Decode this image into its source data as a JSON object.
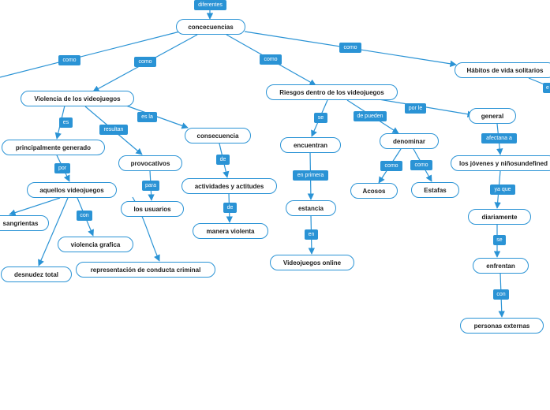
{
  "nodes": {
    "concecuencias": "concecuencias",
    "habitos": "Hábitos de vida solitarios",
    "violencia": "Violencia de los videojuegos",
    "riesgos": "Riesgos dentro de los videojuegos",
    "principalmente": "principalmente generado",
    "provocativos": "provocativos",
    "consecuencia": "consecuencia",
    "encuentran": "encuentran",
    "denominar": "denominar",
    "general": "general",
    "aquellos": "aquellos videojuegos",
    "usuarios": "los usuarios",
    "actividades": "actividades y actitudes",
    "estancia": "estancia",
    "acosos": "Acosos",
    "estafas": "Estafas",
    "jovenes": "los jóvenes y niñosundefined",
    "sangrientas": "sangrientas",
    "violencia_grafica": "violencia grafica",
    "desnudez": "desnudez total",
    "representacion": "representación de conducta criminal",
    "manera_violenta": "manera violenta",
    "videojuegos_online": "Videojuegos online",
    "diariamente": "diariamente",
    "enfrentan": "enfrentan",
    "personas_externas": "personas externas"
  },
  "links": {
    "diferentes": "diferentes",
    "como_left": "como",
    "como_violencia": "como",
    "como_riesgos": "como",
    "como_habitos": "como",
    "es": "es",
    "resultan": "resultan",
    "es_la": "es la",
    "por": "por",
    "para": "para",
    "de_actividades": "de",
    "de_manera": "de",
    "se": "se",
    "de_pueden": "de pueden",
    "por_le": "por le",
    "en_primera": "en primera",
    "en": "en",
    "como_acosos": "como",
    "como_estafas": "como",
    "afectana_a": "afectana a",
    "con_violencia": "con",
    "ya_que": "ya que",
    "se_enfrentan": "se",
    "con_personas": "con",
    "habitos_right": "e"
  },
  "colors": {
    "accent": "#2a93d5",
    "label_text": "#ffffff",
    "node_text": "#1c1c1c"
  }
}
